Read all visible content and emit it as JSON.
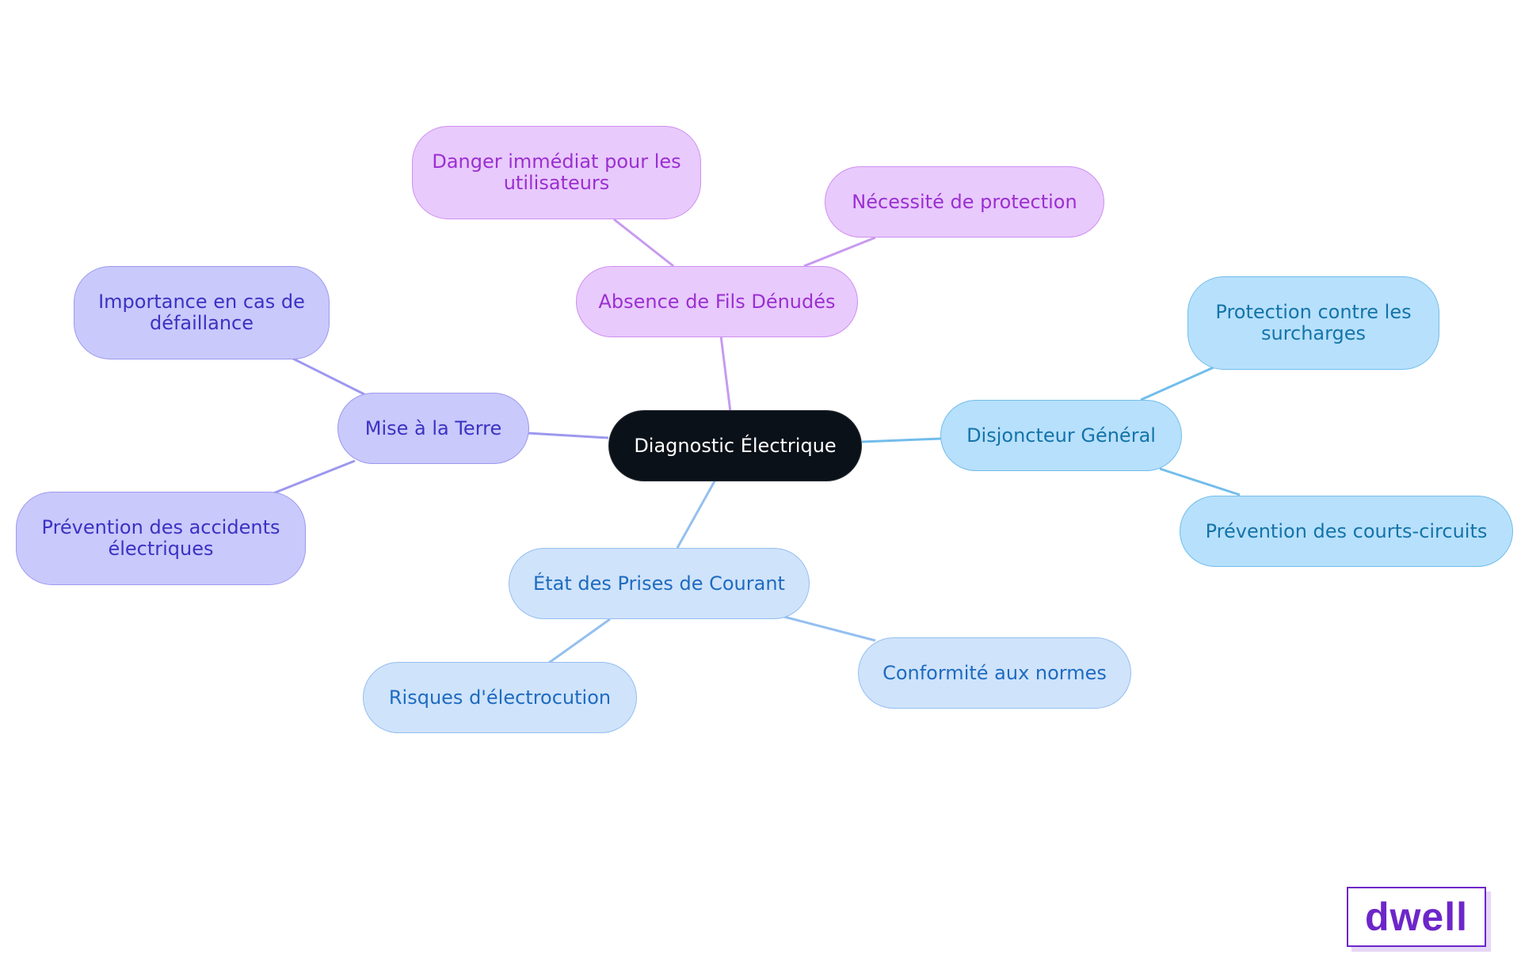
{
  "diagram": {
    "root": "Diagnostic Électrique",
    "branches": [
      {
        "label": "Absence de Fils Dénudés",
        "children": [
          "Danger immédiat pour les utilisateurs",
          "Nécessité de protection"
        ]
      },
      {
        "label": "Mise à la Terre",
        "children": [
          "Importance en cas de défaillance",
          "Prévention des accidents électriques"
        ]
      },
      {
        "label": "Disjoncteur Général",
        "children": [
          "Protection contre les surcharges",
          "Prévention des courts-circuits"
        ]
      },
      {
        "label": "État des Prises de Courant",
        "children": [
          "Risques d'électrocution",
          "Conformité aux normes"
        ]
      }
    ]
  },
  "colors": {
    "root": "#0b1118",
    "absence_branch": "#e8cafd",
    "terre_branch": "#c9c9fc",
    "disjoncteur_branch": "#b7e0fc",
    "prises_branch": "#cfe3fb",
    "brand": "#6d26c9"
  },
  "logo": {
    "text": "dwell"
  }
}
